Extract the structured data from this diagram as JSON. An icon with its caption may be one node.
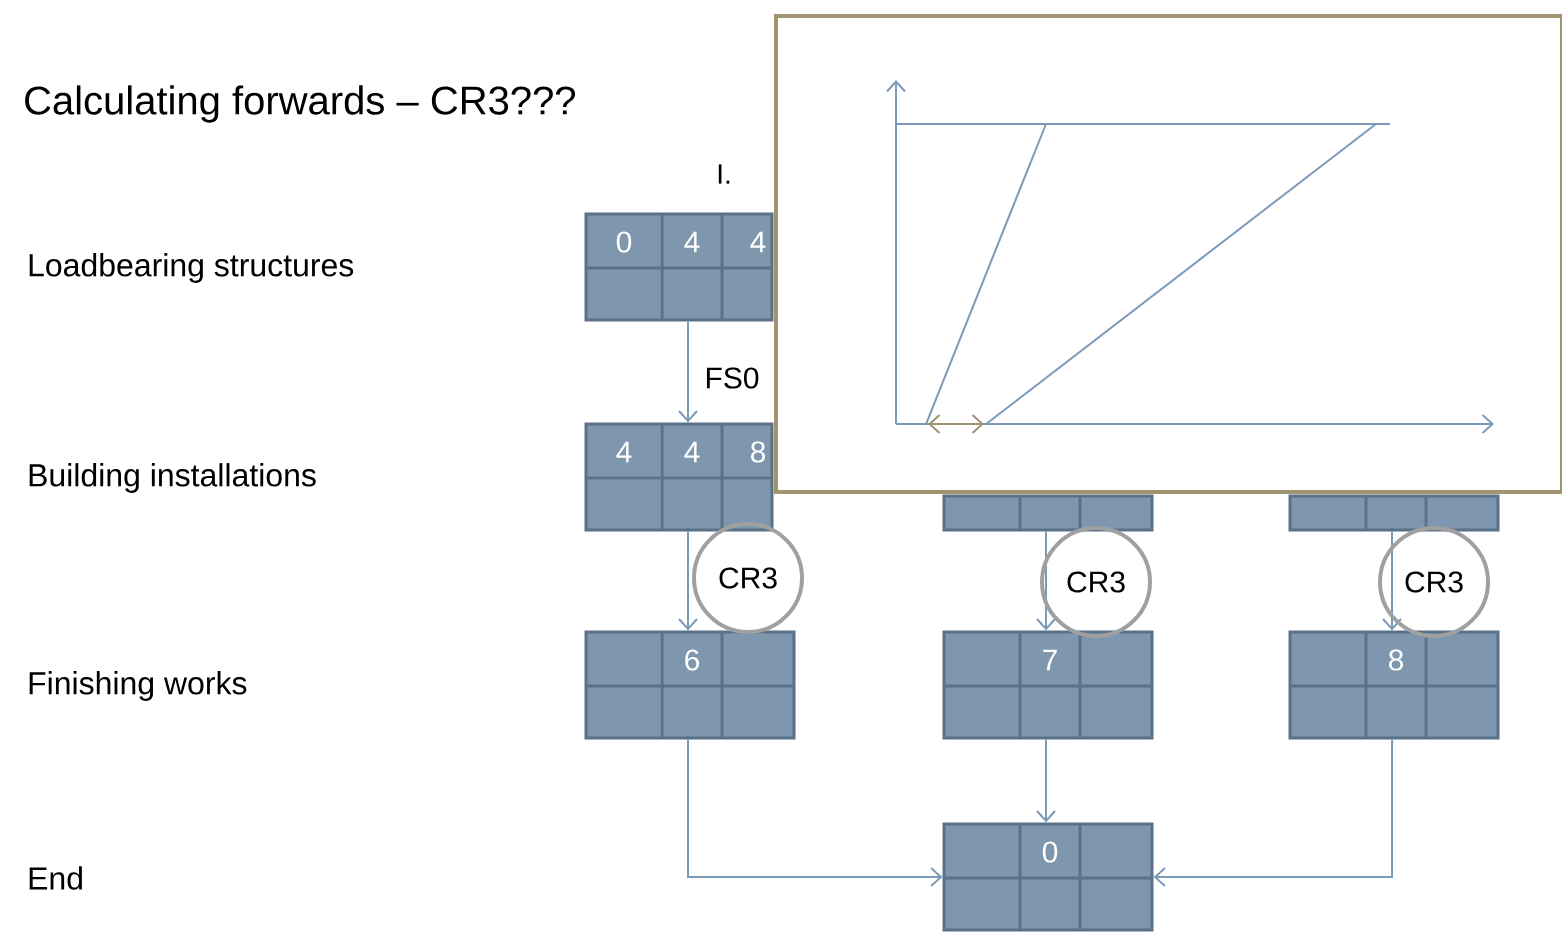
{
  "diagram": {
    "title": "Calculating forwards – CR3???",
    "nodes": [
      {
        "text": [
          "0",
          "4",
          "4"
        ]
      },
      {
        "text": [
          "4",
          "4",
          "8"
        ]
      },
      {
        "text": [],
        "shape": "box"
      },
      {
        "text": [],
        "shape": "box"
      },
      {
        "text": [
          "6"
        ]
      },
      {
        "text": [
          "7"
        ]
      },
      {
        "text": [
          "8"
        ]
      },
      {
        "text": [
          "0"
        ]
      }
    ],
    "edges": [
      {
        "from": 0,
        "to": 1,
        "arrow": "to",
        "label": "FS0"
      },
      {
        "from": 1,
        "to": 4,
        "arrow": "to",
        "label": "CR3"
      },
      {
        "from": 2,
        "to": 5,
        "arrow": "to",
        "label": "CR3"
      },
      {
        "from": 3,
        "to": 6,
        "arrow": "to",
        "label": "CR3"
      },
      {
        "from": 4,
        "to": 7,
        "arrow": "to"
      },
      {
        "from": 5,
        "to": 7,
        "arrow": "to"
      },
      {
        "from": 6,
        "to": 7,
        "arrow": "to"
      }
    ],
    "labels": [
      "I.",
      "Loadbearing structures",
      "Building installations",
      "Finishing works",
      "End"
    ]
  }
}
